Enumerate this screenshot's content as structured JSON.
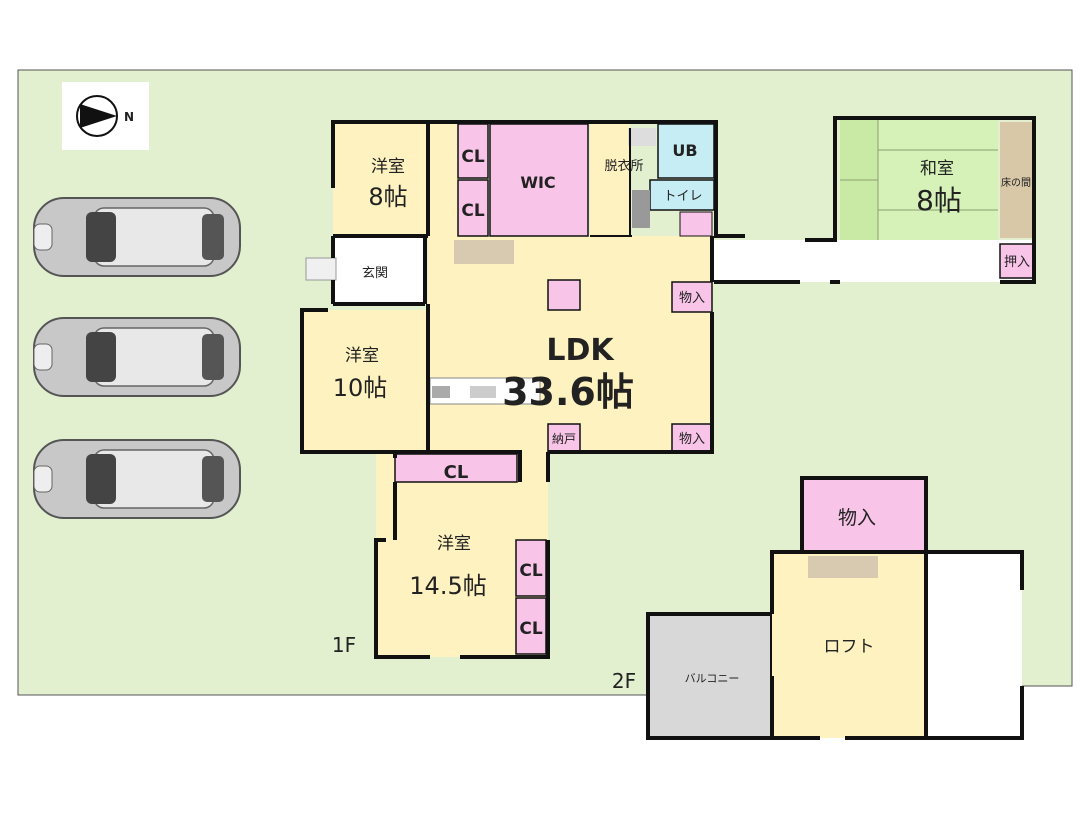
{
  "rooms": {
    "western1_name": "洋室",
    "western1_size": "8帖",
    "cl_1": "CL",
    "cl_2": "CL",
    "wic": "WIC",
    "dressing": "脱衣所",
    "ub": "UB",
    "toilet": "トイレ",
    "japanese_name": "和室",
    "japanese_size": "8帖",
    "tokonoma": "床の間",
    "oshiire": "押入",
    "genkan": "玄関",
    "storage_1": "物入",
    "ldk_name": "LDK",
    "ldk_size": "33.6帖",
    "western2_name": "洋室",
    "western2_size": "10帖",
    "nando": "納戸",
    "storage_2": "物入",
    "cl_3": "CL",
    "western3_name": "洋室",
    "western3_size": "14.5帖",
    "cl_4": "CL",
    "cl_5": "CL",
    "storage_2f": "物入",
    "loft": "ロフト",
    "balcony": "バルコニー"
  },
  "floors": {
    "first": "1F",
    "second": "2F"
  },
  "compass": {
    "north_label": "N"
  },
  "colors": {
    "yard": "#e2f0d0",
    "room": "#fdf2c0",
    "storage": "#f8c4e8",
    "wet": "#c6ecf4",
    "tatami": "#d6f2b8",
    "balcony": "#d8d8d8",
    "wall": "#111111"
  },
  "cars": {
    "count": 3,
    "icon": "car-icon"
  }
}
